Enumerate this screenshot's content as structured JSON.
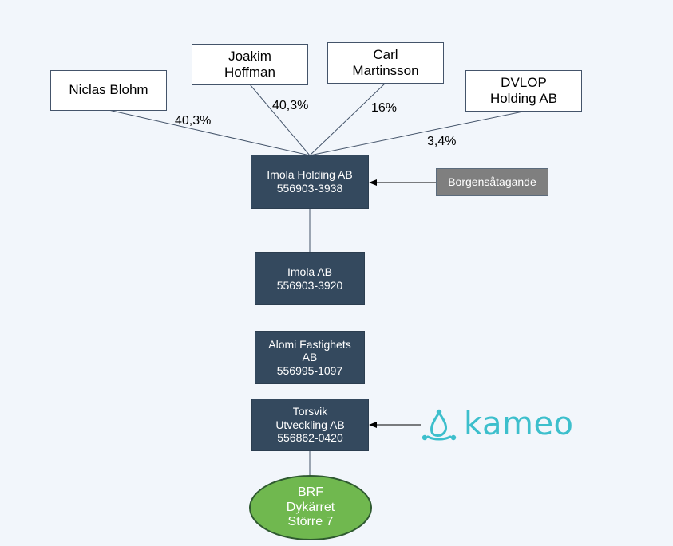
{
  "owners": [
    {
      "id": "niclas",
      "name": "Niclas Blohm",
      "share": "40,3%"
    },
    {
      "id": "joakim",
      "name": "Joakim\nHoffman",
      "share": "40,3%"
    },
    {
      "id": "carl",
      "name": "Carl\nMartinsson",
      "share": "16%"
    },
    {
      "id": "dvlop",
      "name": "DVLOP\nHolding AB",
      "share": "3,4%"
    }
  ],
  "companies": [
    {
      "id": "imola-holding",
      "name": "Imola Holding AB",
      "org": "556903-3938"
    },
    {
      "id": "imola",
      "name": "Imola AB",
      "org": "556903-3920"
    },
    {
      "id": "alomi",
      "name": "Alomi Fastighets\nAB",
      "org": "556995-1097"
    },
    {
      "id": "torsvik",
      "name": "Torsvik\nUtveckling AB",
      "org": "556862-0420"
    }
  ],
  "guarantee": {
    "label": "Borgensåtagande"
  },
  "property": {
    "label": "BRF\nDykärret\nStörre 7"
  },
  "lender": {
    "logo_text": "kameo",
    "logo_color": "#3dbfcc"
  },
  "colors": {
    "company_fill": "#34495e",
    "owner_border": "#44546a",
    "guarantee_fill": "#7f7f7f",
    "property_fill": "#70b84f",
    "background": "#f2f6fb"
  }
}
